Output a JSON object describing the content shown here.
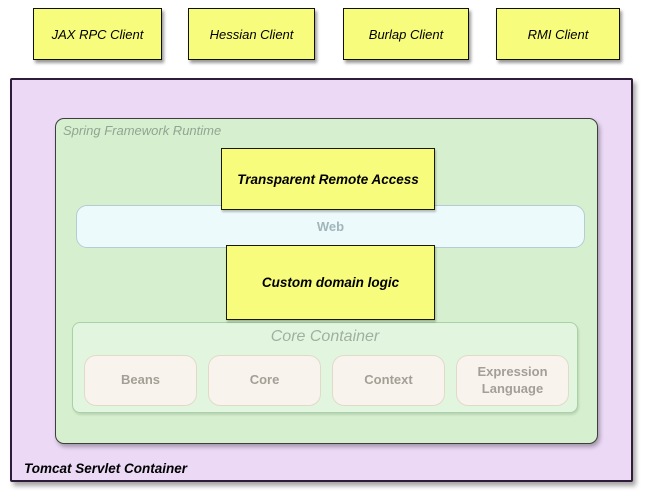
{
  "clients": [
    {
      "label": "JAX RPC Client"
    },
    {
      "label": "Hessian Client"
    },
    {
      "label": "Burlap Client"
    },
    {
      "label": "RMI Client"
    }
  ],
  "tomcat": {
    "label": "Tomcat Servlet Container"
  },
  "spring_runtime": {
    "label": "Spring Framework Runtime"
  },
  "boxes": {
    "transparent_remote_access": "Transparent Remote Access",
    "custom_domain_logic": "Custom domain logic"
  },
  "web": {
    "label": "Web"
  },
  "core_container": {
    "label": "Core Container",
    "modules": [
      "Beans",
      "Core",
      "Context",
      "Expression Language"
    ]
  },
  "colors": {
    "client_and_logic_box_fill": "#f8fc7d",
    "tomcat_fill": "#ebd9f6",
    "tomcat_border": "#2e1d38",
    "spring_runtime_fill": "#d6f0cf",
    "web_bar_fill": "#ecfafb",
    "core_container_fill": "#e2f6df",
    "module_fill": "#f8f4ed",
    "muted_label_text": "#92a492",
    "label_text": "#000000"
  }
}
